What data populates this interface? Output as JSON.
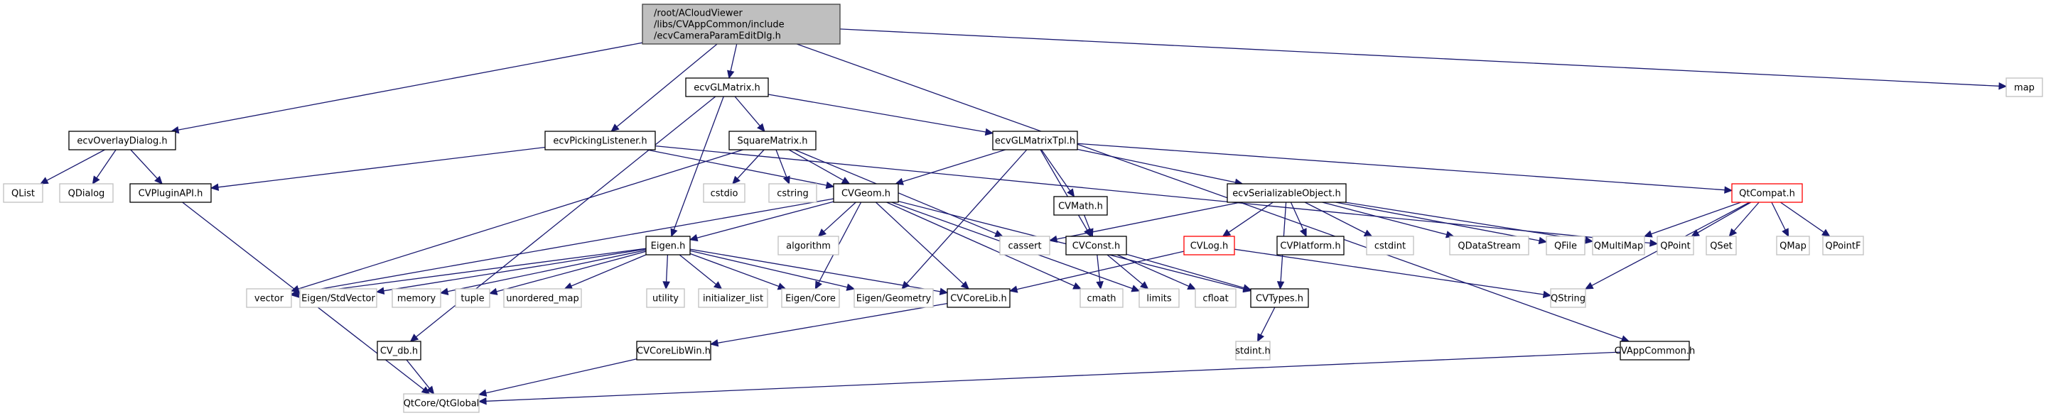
{
  "diagram": {
    "title": "/root/ACloudViewer/libs/CVAppCommon/include/ecvCameraParamEditDlg.h",
    "colors": {
      "edge": "#191970",
      "root_fill": "#bfbfbf",
      "documented_border": "#000000",
      "undocumented_border": "#bfbfbf",
      "truncated_border": "#ff0000"
    },
    "nodes": [
      {
        "id": "root",
        "lines": [
          "/root/ACloudViewer",
          "/libs/CVAppCommon/include",
          "/ecvCameraParamEditDlg.h"
        ],
        "kind": "root"
      },
      {
        "id": "ecvGLMatrix",
        "lines": [
          "ecvGLMatrix.h"
        ],
        "kind": "doc"
      },
      {
        "id": "map",
        "lines": [
          "map"
        ],
        "kind": "ext"
      },
      {
        "id": "ecvOverlayDialog",
        "lines": [
          "ecvOverlayDialog.h"
        ],
        "kind": "doc"
      },
      {
        "id": "ecvPickingListener",
        "lines": [
          "ecvPickingListener.h"
        ],
        "kind": "doc"
      },
      {
        "id": "SquareMatrix",
        "lines": [
          "SquareMatrix.h"
        ],
        "kind": "doc"
      },
      {
        "id": "ecvGLMatrixTpl",
        "lines": [
          "ecvGLMatrixTpl.h"
        ],
        "kind": "doc"
      },
      {
        "id": "QList",
        "lines": [
          "QList"
        ],
        "kind": "ext"
      },
      {
        "id": "QDialog",
        "lines": [
          "QDialog"
        ],
        "kind": "ext"
      },
      {
        "id": "CVPluginAPI",
        "lines": [
          "CVPluginAPI.h"
        ],
        "kind": "doc"
      },
      {
        "id": "cstdio",
        "lines": [
          "cstdio"
        ],
        "kind": "ext"
      },
      {
        "id": "cstring",
        "lines": [
          "cstring"
        ],
        "kind": "ext"
      },
      {
        "id": "CVGeom",
        "lines": [
          "CVGeom.h"
        ],
        "kind": "doc"
      },
      {
        "id": "CVMath",
        "lines": [
          "CVMath.h"
        ],
        "kind": "doc"
      },
      {
        "id": "ecvSerializableObject",
        "lines": [
          "ecvSerializableObject.h"
        ],
        "kind": "doc"
      },
      {
        "id": "QtCompat",
        "lines": [
          "QtCompat.h"
        ],
        "kind": "trunc"
      },
      {
        "id": "Eigen",
        "lines": [
          "Eigen.h"
        ],
        "kind": "doc"
      },
      {
        "id": "algorithm",
        "lines": [
          "algorithm"
        ],
        "kind": "ext"
      },
      {
        "id": "cassert",
        "lines": [
          "cassert"
        ],
        "kind": "ext"
      },
      {
        "id": "CVConst",
        "lines": [
          "CVConst.h"
        ],
        "kind": "doc"
      },
      {
        "id": "CVLog",
        "lines": [
          "CVLog.h"
        ],
        "kind": "trunc"
      },
      {
        "id": "CVPlatform",
        "lines": [
          "CVPlatform.h"
        ],
        "kind": "doc"
      },
      {
        "id": "cstdint",
        "lines": [
          "cstdint"
        ],
        "kind": "ext"
      },
      {
        "id": "QDataStream",
        "lines": [
          "QDataStream"
        ],
        "kind": "ext"
      },
      {
        "id": "QFile",
        "lines": [
          "QFile"
        ],
        "kind": "ext"
      },
      {
        "id": "QMultiMap",
        "lines": [
          "QMultiMap"
        ],
        "kind": "ext"
      },
      {
        "id": "QPoint",
        "lines": [
          "QPoint"
        ],
        "kind": "ext"
      },
      {
        "id": "QSet",
        "lines": [
          "QSet"
        ],
        "kind": "ext"
      },
      {
        "id": "QMap",
        "lines": [
          "QMap"
        ],
        "kind": "ext"
      },
      {
        "id": "QPointF",
        "lines": [
          "QPointF"
        ],
        "kind": "ext"
      },
      {
        "id": "vector",
        "lines": [
          "vector"
        ],
        "kind": "ext"
      },
      {
        "id": "EigenStdVector",
        "lines": [
          "Eigen/StdVector"
        ],
        "kind": "ext"
      },
      {
        "id": "memory",
        "lines": [
          "memory"
        ],
        "kind": "ext"
      },
      {
        "id": "tuple",
        "lines": [
          "tuple"
        ],
        "kind": "ext"
      },
      {
        "id": "unordered_map",
        "lines": [
          "unordered_map"
        ],
        "kind": "ext"
      },
      {
        "id": "utility",
        "lines": [
          "utility"
        ],
        "kind": "ext"
      },
      {
        "id": "initializer_list",
        "lines": [
          "initializer_list"
        ],
        "kind": "ext"
      },
      {
        "id": "EigenCore",
        "lines": [
          "Eigen/Core"
        ],
        "kind": "ext"
      },
      {
        "id": "EigenGeometry",
        "lines": [
          "Eigen/Geometry"
        ],
        "kind": "ext"
      },
      {
        "id": "CVCoreLib",
        "lines": [
          "CVCoreLib.h"
        ],
        "kind": "doc"
      },
      {
        "id": "cmath",
        "lines": [
          "cmath"
        ],
        "kind": "ext"
      },
      {
        "id": "limits",
        "lines": [
          "limits"
        ],
        "kind": "ext"
      },
      {
        "id": "cfloat",
        "lines": [
          "cfloat"
        ],
        "kind": "ext"
      },
      {
        "id": "CVTypes",
        "lines": [
          "CVTypes.h"
        ],
        "kind": "doc"
      },
      {
        "id": "QString",
        "lines": [
          "QString"
        ],
        "kind": "ext"
      },
      {
        "id": "CV_db",
        "lines": [
          "CV_db.h"
        ],
        "kind": "doc"
      },
      {
        "id": "CVCoreLibWin",
        "lines": [
          "CVCoreLibWin.h"
        ],
        "kind": "doc"
      },
      {
        "id": "stdint",
        "lines": [
          "stdint.h"
        ],
        "kind": "ext"
      },
      {
        "id": "CVAppCommon",
        "lines": [
          "CVAppCommon.h"
        ],
        "kind": "doc"
      },
      {
        "id": "QtGlobal",
        "lines": [
          "QtCore/QtGlobal"
        ],
        "kind": "ext"
      }
    ],
    "edges": [
      [
        "root",
        "ecvGLMatrix"
      ],
      [
        "root",
        "map"
      ],
      [
        "root",
        "ecvOverlayDialog"
      ],
      [
        "root",
        "ecvPickingListener"
      ],
      [
        "root",
        "CVAppCommon"
      ],
      [
        "ecvGLMatrix",
        "SquareMatrix"
      ],
      [
        "ecvGLMatrix",
        "ecvGLMatrixTpl"
      ],
      [
        "ecvGLMatrix",
        "Eigen"
      ],
      [
        "ecvGLMatrix",
        "CV_db"
      ],
      [
        "ecvOverlayDialog",
        "QList"
      ],
      [
        "ecvOverlayDialog",
        "QDialog"
      ],
      [
        "ecvOverlayDialog",
        "CVPluginAPI"
      ],
      [
        "ecvPickingListener",
        "CVPluginAPI"
      ],
      [
        "ecvPickingListener",
        "CVGeom"
      ],
      [
        "ecvPickingListener",
        "QPoint"
      ],
      [
        "SquareMatrix",
        "cstdio"
      ],
      [
        "SquareMatrix",
        "cstring"
      ],
      [
        "SquareMatrix",
        "CVGeom"
      ],
      [
        "SquareMatrix",
        "cassert"
      ],
      [
        "SquareMatrix",
        "vector"
      ],
      [
        "ecvGLMatrixTpl",
        "CVGeom"
      ],
      [
        "ecvGLMatrixTpl",
        "CVMath"
      ],
      [
        "ecvGLMatrixTpl",
        "ecvSerializableObject"
      ],
      [
        "ecvGLMatrixTpl",
        "QtCompat"
      ],
      [
        "ecvGLMatrixTpl",
        "CVConst"
      ],
      [
        "ecvGLMatrixTpl",
        "EigenGeometry"
      ],
      [
        "CVPluginAPI",
        "QtGlobal"
      ],
      [
        "CVGeom",
        "Eigen"
      ],
      [
        "CVGeom",
        "algorithm"
      ],
      [
        "CVGeom",
        "vector"
      ],
      [
        "CVGeom",
        "EigenCore"
      ],
      [
        "CVGeom",
        "CVCoreLib"
      ],
      [
        "CVGeom",
        "cmath"
      ],
      [
        "CVGeom",
        "limits"
      ],
      [
        "CVGeom",
        "CVTypes"
      ],
      [
        "CVMath",
        "CVConst"
      ],
      [
        "ecvSerializableObject",
        "cassert"
      ],
      [
        "ecvSerializableObject",
        "CVLog"
      ],
      [
        "ecvSerializableObject",
        "CVPlatform"
      ],
      [
        "ecvSerializableObject",
        "cstdint"
      ],
      [
        "ecvSerializableObject",
        "QDataStream"
      ],
      [
        "ecvSerializableObject",
        "QFile"
      ],
      [
        "ecvSerializableObject",
        "QMultiMap"
      ],
      [
        "ecvSerializableObject",
        "CVTypes"
      ],
      [
        "QtCompat",
        "QMultiMap"
      ],
      [
        "QtCompat",
        "QPoint"
      ],
      [
        "QtCompat",
        "QSet"
      ],
      [
        "QtCompat",
        "QMap"
      ],
      [
        "QtCompat",
        "QPointF"
      ],
      [
        "QtCompat",
        "QString"
      ],
      [
        "Eigen",
        "vector"
      ],
      [
        "Eigen",
        "EigenStdVector"
      ],
      [
        "Eigen",
        "memory"
      ],
      [
        "Eigen",
        "tuple"
      ],
      [
        "Eigen",
        "unordered_map"
      ],
      [
        "Eigen",
        "utility"
      ],
      [
        "Eigen",
        "initializer_list"
      ],
      [
        "Eigen",
        "EigenCore"
      ],
      [
        "Eigen",
        "EigenGeometry"
      ],
      [
        "Eigen",
        "CVCoreLib"
      ],
      [
        "CVConst",
        "cmath"
      ],
      [
        "CVConst",
        "limits"
      ],
      [
        "CVConst",
        "cfloat"
      ],
      [
        "CVConst",
        "CVTypes"
      ],
      [
        "CVLog",
        "CVCoreLib"
      ],
      [
        "CVLog",
        "QString"
      ],
      [
        "CVCoreLib",
        "CVCoreLibWin"
      ],
      [
        "CVTypes",
        "stdint"
      ],
      [
        "CV_db",
        "QtGlobal"
      ],
      [
        "CVCoreLibWin",
        "QtGlobal"
      ],
      [
        "CVAppCommon",
        "QtGlobal"
      ]
    ]
  }
}
